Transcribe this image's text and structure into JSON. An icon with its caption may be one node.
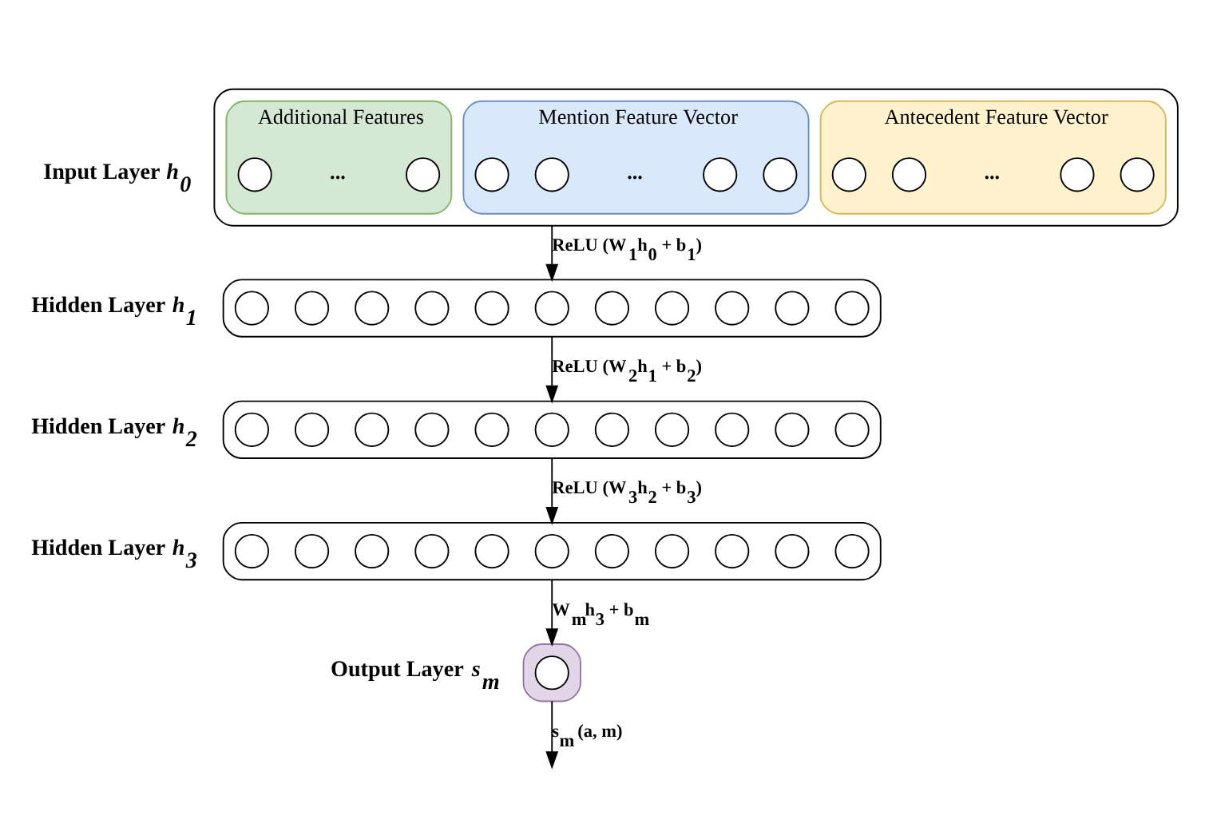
{
  "diagram": {
    "nodes": [
      {
        "text": [],
        "shape": "box",
        "beside": [
          "Input Layer *h$_{0}$*"
        ]
      },
      {
        "text": [
          "Antecedent Feature Vector",
          "..."
        ],
        "in": 0
      },
      {
        "text": [],
        "shape": "circle",
        "in": 1
      },
      {
        "text": [],
        "shape": "circle",
        "in": 1
      },
      {
        "text": [],
        "shape": "circle",
        "in": 1
      },
      {
        "text": [],
        "shape": "circle",
        "in": 1
      },
      {
        "text": [
          "Mention Feature Vector",
          "..."
        ],
        "in": 0
      },
      {
        "text": [],
        "shape": "circle",
        "in": 6
      },
      {
        "text": [],
        "shape": "circle",
        "in": 6
      },
      {
        "text": [],
        "shape": "circle",
        "in": 6
      },
      {
        "text": [],
        "shape": "circle",
        "in": 6
      },
      {
        "text": [
          "Additional Features",
          "..."
        ],
        "in": 0
      },
      {
        "text": [],
        "shape": "circle",
        "in": 11
      },
      {
        "text": [],
        "shape": "circle",
        "in": 11
      },
      {
        "text": [],
        "shape": "box",
        "beside": [
          "Hidden Layer *h$_{1}$*"
        ]
      },
      {
        "text": [],
        "shape": "circle",
        "in": 14
      },
      {
        "text": [],
        "shape": "circle",
        "in": 14
      },
      {
        "text": [],
        "shape": "circle",
        "in": 14
      },
      {
        "text": [],
        "shape": "circle",
        "in": 14
      },
      {
        "text": [],
        "shape": "circle",
        "in": 14
      },
      {
        "text": [],
        "shape": "circle",
        "in": 14
      },
      {
        "text": [],
        "shape": "circle",
        "in": 14
      },
      {
        "text": [],
        "shape": "circle",
        "in": 14
      },
      {
        "text": [],
        "shape": "circle",
        "in": 14
      },
      {
        "text": [],
        "shape": "circle",
        "in": 14
      },
      {
        "text": [],
        "shape": "circle",
        "in": 14
      },
      {
        "text": [],
        "shape": "box",
        "beside": [
          "Hidden Layer *h$_{2}$*"
        ]
      },
      {
        "text": [],
        "shape": "circle",
        "in": 26
      },
      {
        "text": [],
        "shape": "circle",
        "in": 26
      },
      {
        "text": [],
        "shape": "circle",
        "in": 26
      },
      {
        "text": [],
        "shape": "circle",
        "in": 26
      },
      {
        "text": [],
        "shape": "circle",
        "in": 26
      },
      {
        "text": [],
        "shape": "circle",
        "in": 26
      },
      {
        "text": [],
        "shape": "circle",
        "in": 26
      },
      {
        "text": [],
        "shape": "circle",
        "in": 26
      },
      {
        "text": [],
        "shape": "circle",
        "in": 26
      },
      {
        "text": [],
        "shape": "circle",
        "in": 26
      },
      {
        "text": [],
        "shape": "circle",
        "in": 26
      },
      {
        "text": [],
        "shape": "box",
        "beside": [
          "Hidden Layer *h$_{3}$*"
        ]
      },
      {
        "text": [],
        "shape": "circle",
        "in": 38
      },
      {
        "text": [],
        "shape": "circle",
        "in": 38
      },
      {
        "text": [],
        "shape": "circle",
        "in": 38
      },
      {
        "text": [],
        "shape": "circle",
        "in": 38
      },
      {
        "text": [],
        "shape": "circle",
        "in": 38
      },
      {
        "text": [],
        "shape": "circle",
        "in": 38
      },
      {
        "text": [],
        "shape": "circle",
        "in": 38
      },
      {
        "text": [],
        "shape": "circle",
        "in": 38
      },
      {
        "text": [],
        "shape": "circle",
        "in": 38
      },
      {
        "text": [],
        "shape": "circle",
        "in": 38
      },
      {
        "text": [],
        "shape": "circle",
        "in": 38
      },
      {
        "text": [],
        "shape": "box",
        "beside": [
          "Output Layer *s$_{m}$*"
        ]
      },
      {
        "text": [],
        "shape": "circle",
        "in": 50
      }
    ],
    "edges": [
      {
        "from": 0,
        "to": 14,
        "arrow": "to",
        "label": "ReLU (W$_{1}$h$_{0}$ + b$_{1}$)"
      },
      {
        "from": 14,
        "to": 26,
        "arrow": "to",
        "label": "ReLU (W$_{2}$h$_{1}$ + b$_{2}$)"
      },
      {
        "from": 26,
        "to": 38,
        "arrow": "to",
        "label": "ReLU (W$_{3}$h$_{2}$ + b$_{3}$)"
      },
      {
        "from": 38,
        "to": 50,
        "arrow": "to",
        "label": "W$_{m}$h$_{3}$ + b$_{m}$"
      },
      {
        "from": 50,
        "to": null,
        "arrow": "to",
        "label": "s$_{m}$ (a, m)"
      }
    ]
  }
}
